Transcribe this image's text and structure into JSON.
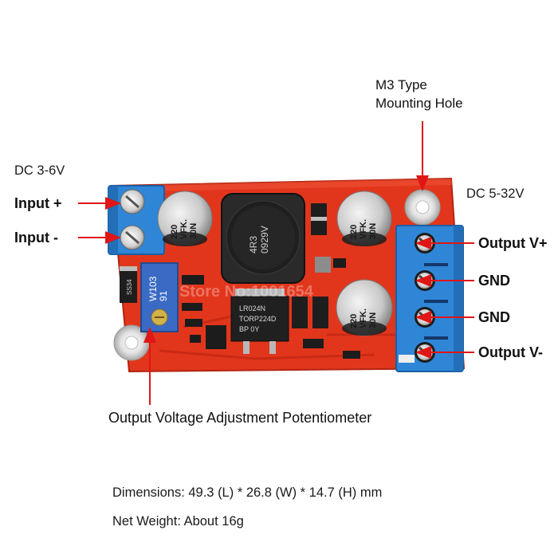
{
  "labels": {
    "mount_hole_line1": "M3 Type",
    "mount_hole_line2": "Mounting Hole",
    "input_range": "DC 3-6V",
    "output_range": "DC 5-32V",
    "input_plus": "Input +",
    "input_minus": "Input -",
    "output_vplus": "Output V+",
    "gnd_1": "GND",
    "gnd_2": "GND",
    "output_vminus": "Output V-",
    "potentiometer": "Output Voltage Adjustment Potentiometer",
    "dimensions": "Dimensions: 49.3 (L) * 26.8 (W) * 14.7 (H) mm",
    "net_weight": "Net Weight: About 16g"
  },
  "board_markings": {
    "inductor_line1": "4R3",
    "inductor_line2": "0929V",
    "cap_line1": "220",
    "cap_line2": "VFK.",
    "cap_line3": "30N",
    "pot_code": "W103",
    "pot_sub": "91",
    "ic_line1": "LR024N",
    "ic_line2": "TORP224D",
    "ic_line3": "BP  0Y",
    "diode_mark": "SS34",
    "watermark": "Store No:1001654"
  },
  "colors": {
    "pcb_red": "#e2361c",
    "terminal_blue": "#2f86d6",
    "arrow_red": "#e01515"
  }
}
